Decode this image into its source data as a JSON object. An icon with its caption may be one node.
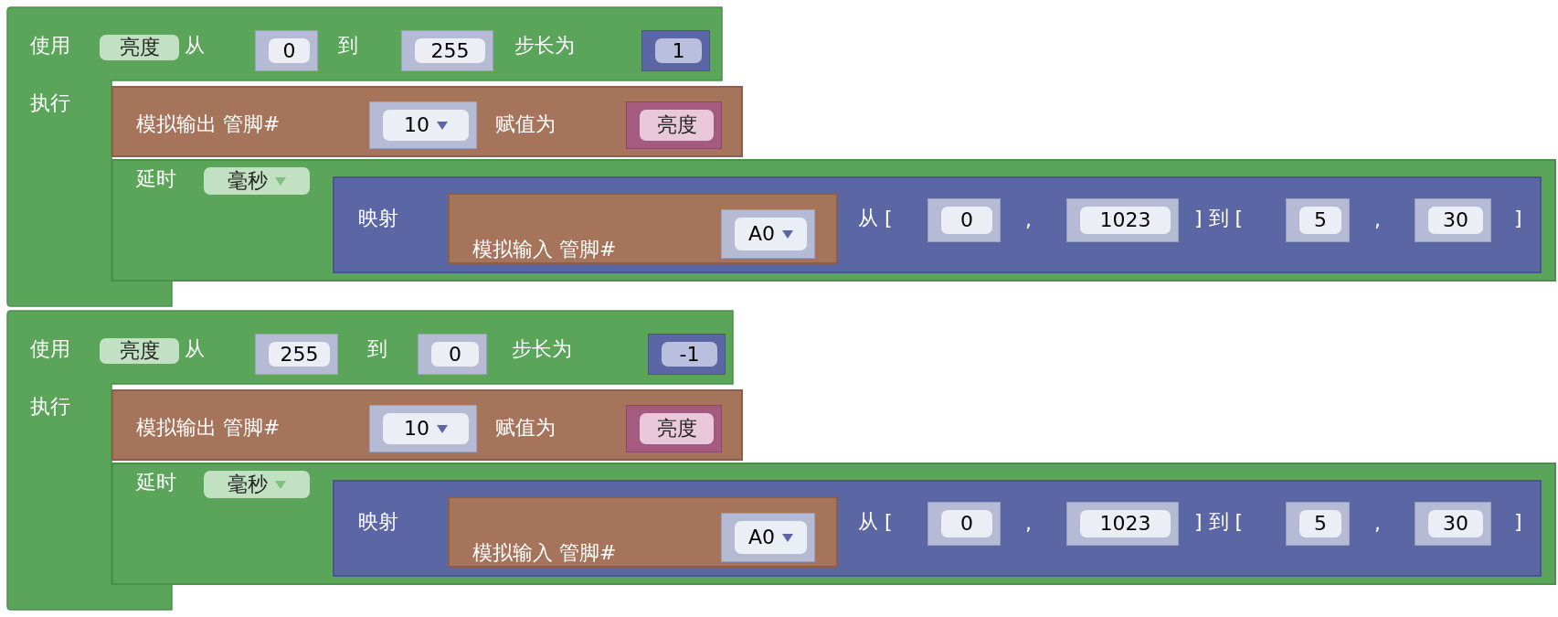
{
  "diagram": {
    "nodes": [
      {
        "text": [
          "使用",
          "从",
          "到",
          "步长为",
          "执行"
        ]
      },
      {
        "text": [
          "亮度"
        ],
        "in": 0
      },
      {
        "text": [
          "0"
        ],
        "in": 0
      },
      {
        "text": [
          "255"
        ],
        "in": 0
      },
      {
        "text": [
          "1"
        ],
        "in": 0
      },
      {
        "text": [
          "模拟输出 管脚#",
          "赋值为"
        ],
        "in": 0
      },
      {
        "text": [
          "10"
        ],
        "in": 5
      },
      {
        "text": [
          "亮度"
        ],
        "in": 5
      },
      {
        "text": [
          "延时"
        ]
      },
      {
        "text": [
          "毫秒"
        ],
        "in": 8
      },
      {
        "text": [
          "映射",
          "从 [",
          ",",
          "] 到 [",
          ",",
          "]"
        ],
        "in": 8
      },
      {
        "text": [
          "模拟输入 管脚#"
        ],
        "in": 10
      },
      {
        "text": [
          "A0"
        ],
        "in": 11
      },
      {
        "text": [
          "0"
        ],
        "in": 10
      },
      {
        "text": [
          "1023"
        ],
        "in": 10
      },
      {
        "text": [
          "5"
        ],
        "in": 10
      },
      {
        "text": [
          "30"
        ],
        "in": 10
      },
      {
        "text": [
          "使用",
          "从",
          "到",
          "步长为",
          "执行"
        ]
      },
      {
        "text": [
          "亮度"
        ],
        "in": 17
      },
      {
        "text": [
          "255"
        ],
        "in": 17
      },
      {
        "text": [
          "0"
        ],
        "in": 17
      },
      {
        "text": [
          "-1"
        ],
        "in": 17
      },
      {
        "text": [
          "模拟输出 管脚#",
          "赋值为"
        ],
        "in": 17
      },
      {
        "text": [
          "10"
        ],
        "in": 22
      },
      {
        "text": [
          "亮度"
        ],
        "in": 22
      },
      {
        "text": [
          "延时"
        ]
      },
      {
        "text": [
          "毫秒"
        ],
        "in": 25
      },
      {
        "text": [
          "映射",
          "从 [",
          ",",
          "] 到 [",
          ",",
          "]"
        ],
        "in": 25
      },
      {
        "text": [
          "模拟输入 管脚#"
        ],
        "in": 27
      },
      {
        "text": [
          "A0"
        ],
        "in": 28
      },
      {
        "text": [
          "0"
        ],
        "in": 27
      },
      {
        "text": [
          "1023"
        ],
        "in": 27
      },
      {
        "text": [
          "5"
        ],
        "in": 27
      },
      {
        "text": [
          "30"
        ],
        "in": 27
      }
    ]
  }
}
